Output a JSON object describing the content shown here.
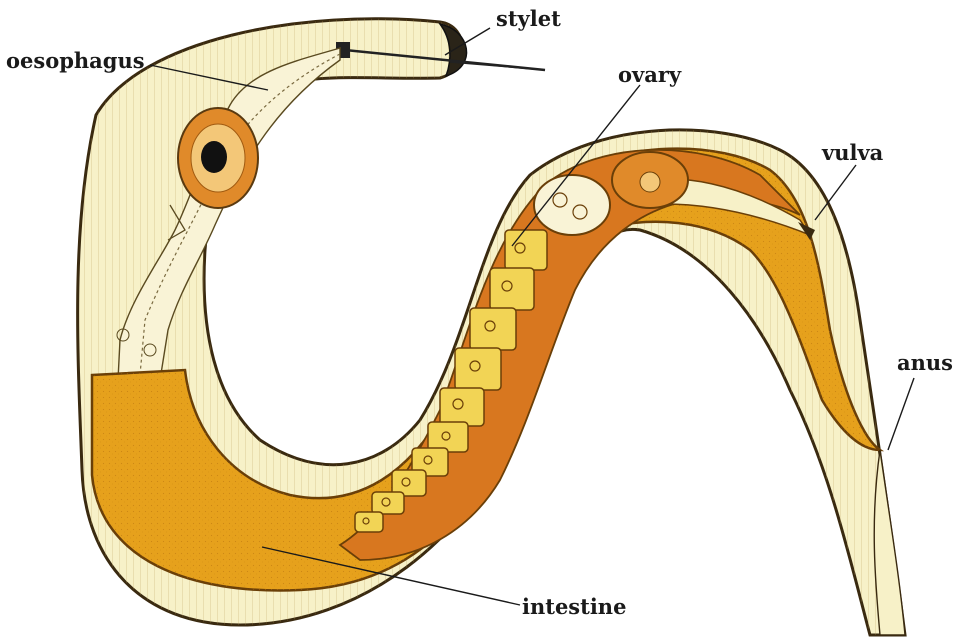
{
  "figure": {
    "subject": "nematode-female-anatomy",
    "colors": {
      "background": "#ffffff",
      "cuticle": "#f7f1c8",
      "outline": "#3a2a10",
      "intestine": "#e6a11c",
      "reproductive": "#d8771f",
      "eggs": "#f2d455",
      "stylet": "#222222"
    }
  },
  "labels": {
    "stylet": "stylet",
    "oesophagus": "oesophagus",
    "ovary": "ovary",
    "vulva": "vulva",
    "anus": "anus",
    "intestine": "intestine"
  }
}
